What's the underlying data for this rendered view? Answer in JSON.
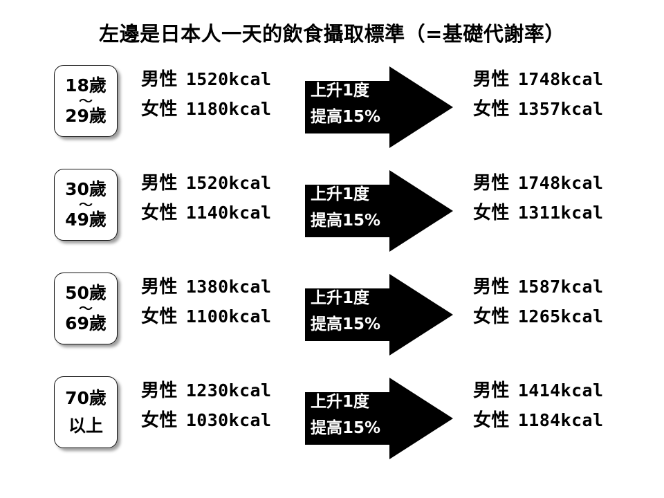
{
  "slide": {
    "title": "左邊是日本人一天的飲食攝取標準（=基礎代謝率）",
    "background_color": "#ffffff",
    "text_color": "#000000",
    "arrow_color": "#000000",
    "arrow_text_color": "#ffffff"
  },
  "labels": {
    "male": "男性",
    "female": "女性",
    "age_separator": "～"
  },
  "arrow": {
    "line1": "上升1度",
    "line2": "提高15%"
  },
  "rows": [
    {
      "age_line1": "18歲",
      "age_sep": "～",
      "age_line2": "29歲",
      "has_separator": true,
      "base": {
        "male_label": "男性",
        "male_value": "1520kcal",
        "female_label": "女性",
        "female_value": "1180kcal"
      },
      "arrow": {
        "line1": "上升1度",
        "line2": "提高15%"
      },
      "adjusted": {
        "male_label": "男性",
        "male_value": "1748kcal",
        "female_label": "女性",
        "female_value": "1357kcal"
      }
    },
    {
      "age_line1": "30歲",
      "age_sep": "～",
      "age_line2": "49歲",
      "has_separator": true,
      "base": {
        "male_label": "男性",
        "male_value": "1520kcal",
        "female_label": "女性",
        "female_value": "1140kcal"
      },
      "arrow": {
        "line1": "上升1度",
        "line2": "提高15%"
      },
      "adjusted": {
        "male_label": "男性",
        "male_value": "1748kcal",
        "female_label": "女性",
        "female_value": "1311kcal"
      }
    },
    {
      "age_line1": "50歲",
      "age_sep": "～",
      "age_line2": "69歲",
      "has_separator": true,
      "base": {
        "male_label": "男性",
        "male_value": "1380kcal",
        "female_label": "女性",
        "female_value": "1100kcal"
      },
      "arrow": {
        "line1": "上升1度",
        "line2": "提高15%"
      },
      "adjusted": {
        "male_label": "男性",
        "male_value": "1587kcal",
        "female_label": "女性",
        "female_value": "1265kcal"
      }
    },
    {
      "age_line1": "70歲",
      "age_sep": "",
      "age_line2": "以上",
      "has_separator": false,
      "base": {
        "male_label": "男性",
        "male_value": "1230kcal",
        "female_label": "女性",
        "female_value": "1030kcal"
      },
      "arrow": {
        "line1": "上升1度",
        "line2": "提高15%"
      },
      "adjusted": {
        "male_label": "男性",
        "male_value": "1414kcal",
        "female_label": "女性",
        "female_value": "1184kcal"
      }
    }
  ]
}
